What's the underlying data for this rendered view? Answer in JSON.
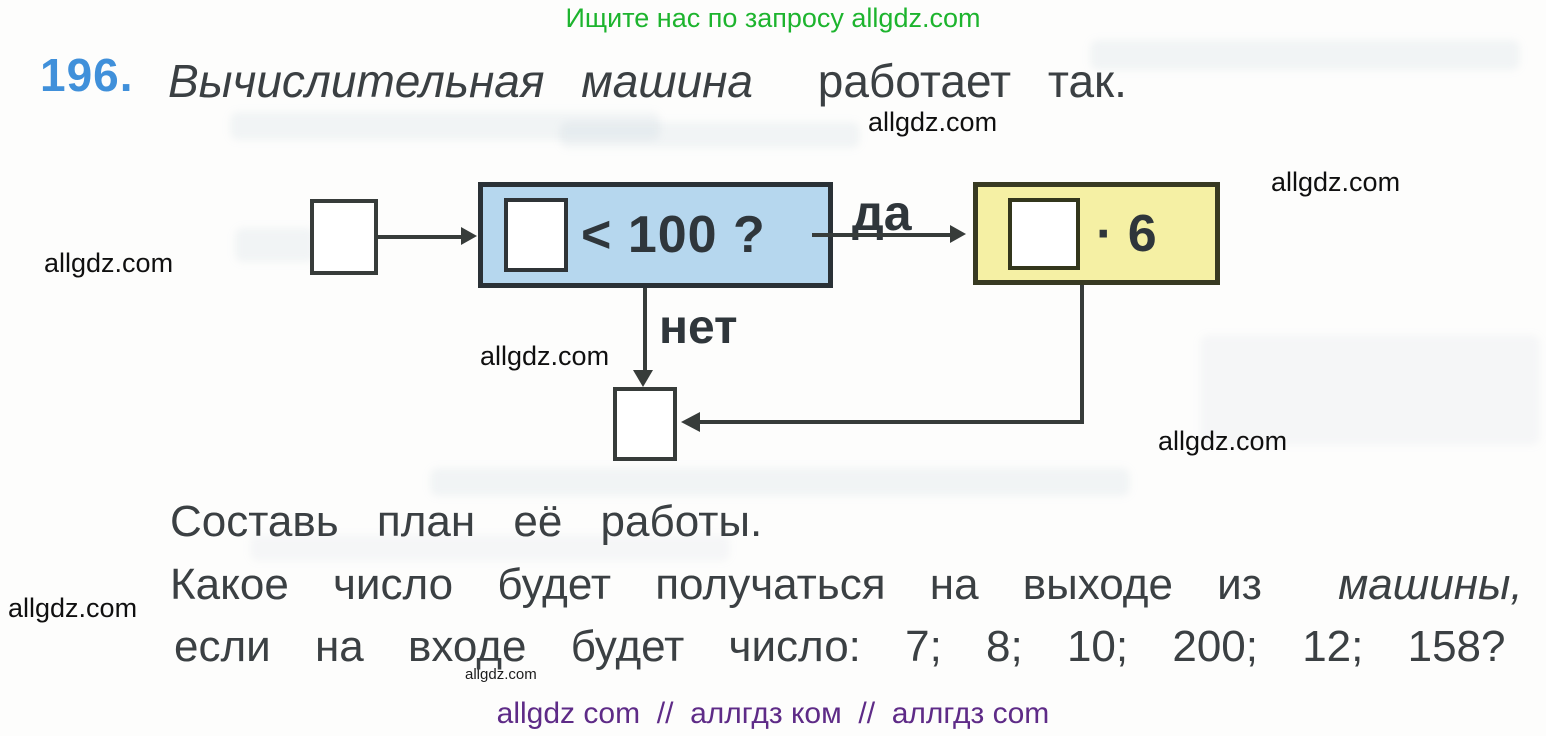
{
  "promo": {
    "text": "Ищите нас по запросу allgdz.com"
  },
  "problem": {
    "number": "196.",
    "title_italic": "Вычислительная машина",
    "title_regular": "работает так."
  },
  "flowchart": {
    "condition_text": "< 100 ?",
    "yes_label": "да",
    "no_label": "нет",
    "operation_text": "· 6"
  },
  "task": {
    "line1": "Составь план её работы.",
    "line2_regular": "Какое число будет получаться на выходе из",
    "line2_italic": "машины,",
    "line3": "если на входе будет число: 7; 8; 10; 200; 12; 158?"
  },
  "watermark": {
    "text": "allgdz.com"
  },
  "footer": {
    "links": "allgdz com  //  аллгдз ком  //  аллгдз com"
  },
  "colors": {
    "promo_green": "#1db42e",
    "number_blue": "#4090da",
    "body_text": "#3b4043",
    "condition_box_fill": "#b6d7ee",
    "condition_box_border": "#2a3136",
    "operation_box_fill": "#f5f0a4",
    "operation_box_border": "#383a22",
    "line_dark": "#373c3a",
    "footer_purple": "#5e2b87",
    "watermark_black": "#101010"
  }
}
